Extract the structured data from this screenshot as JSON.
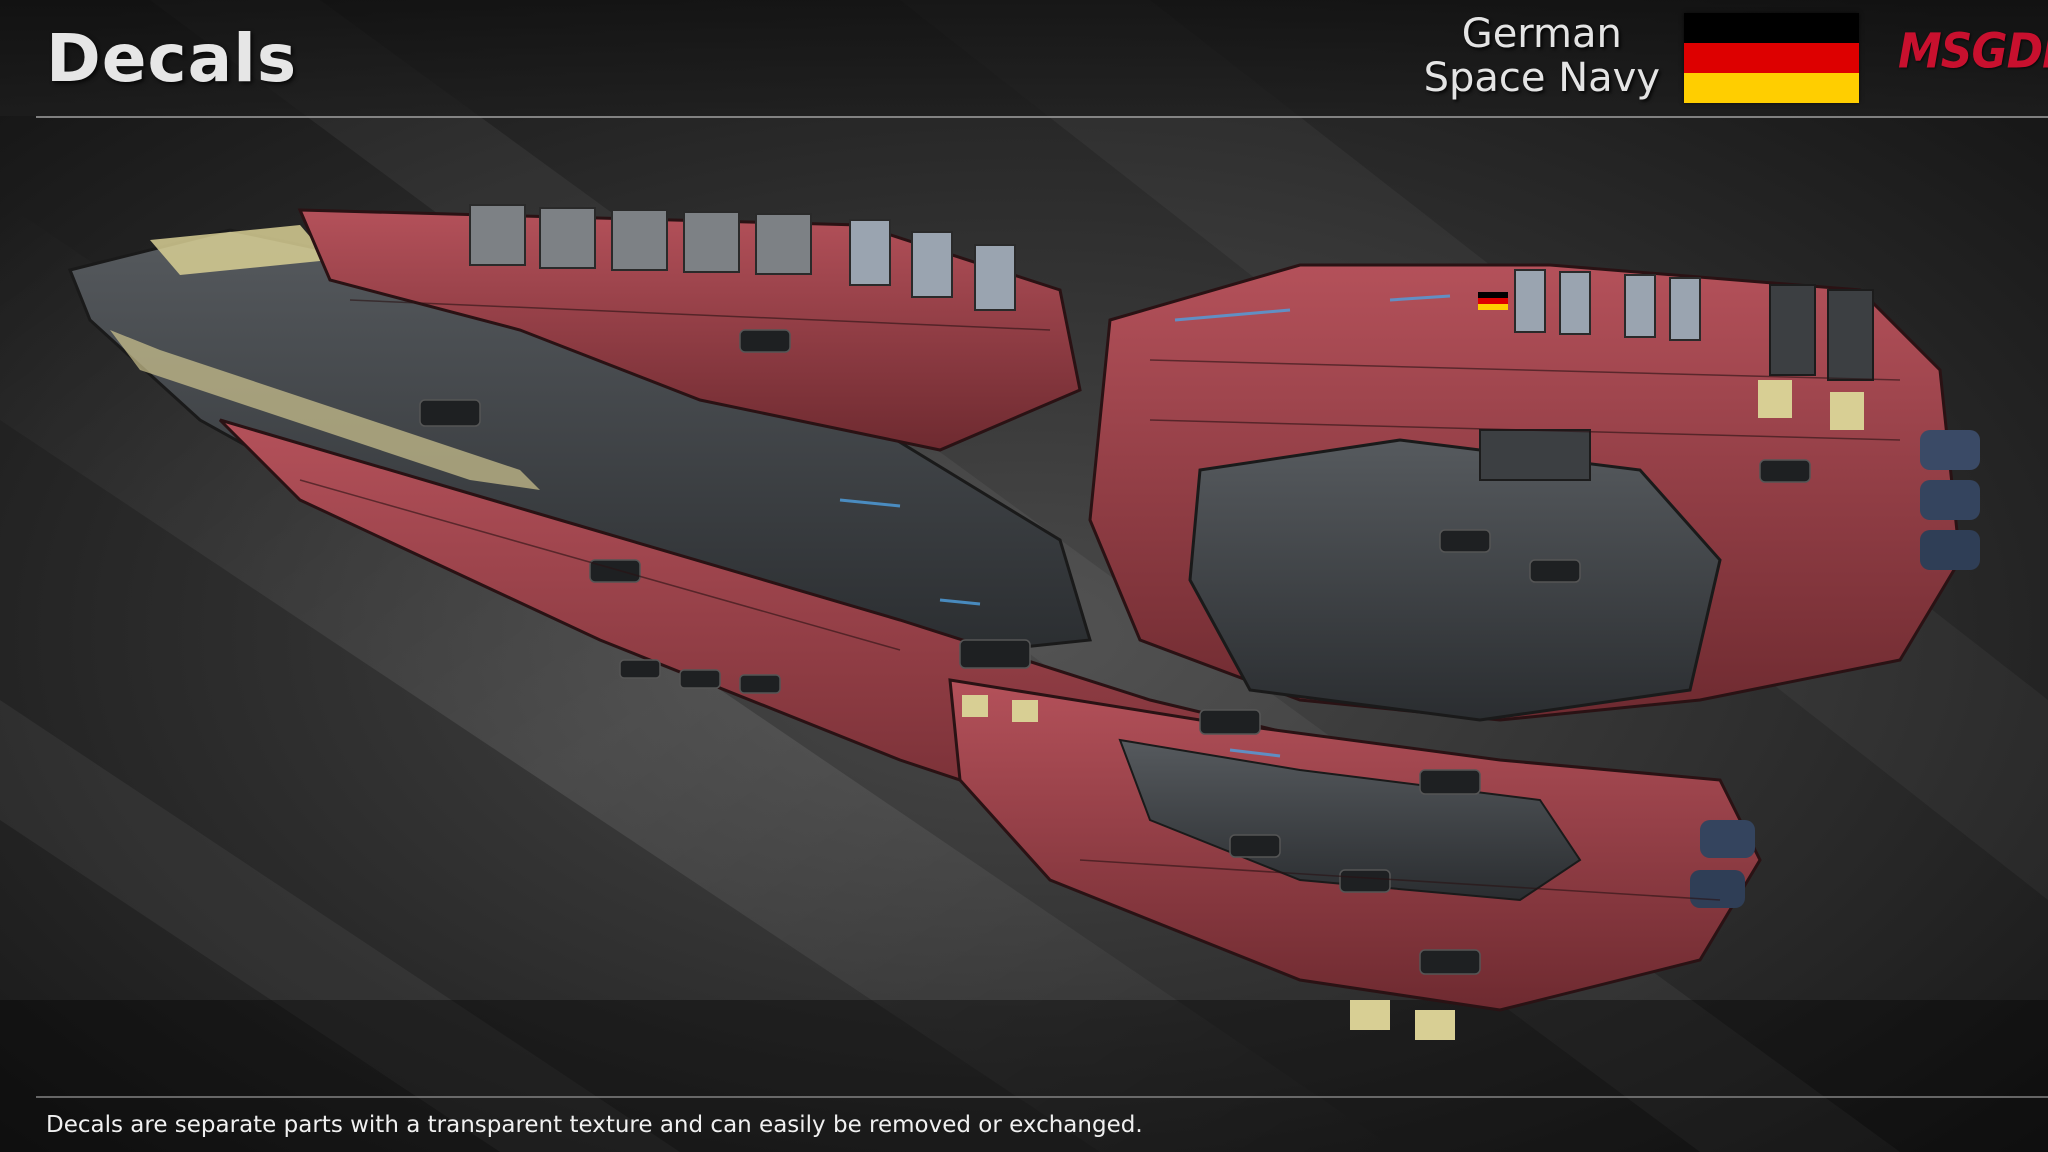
{
  "header": {
    "title": "Decals",
    "faction_line1": "German",
    "faction_line2": "Space Navy",
    "logo_text": "MSGDI"
  },
  "flag_colors": [
    "#000000",
    "#dd0000",
    "#ffce00"
  ],
  "colors": {
    "background": "#1c1c1c",
    "hull_red": "#8e3a40",
    "hull_grey": "#3d4144",
    "accent_yellow": "#d8cf94",
    "logo_red": "#c8102e"
  },
  "image": {
    "subject": "spaceship",
    "icons": [
      "german-flag-icon",
      "msgdi-logo-icon"
    ]
  },
  "footer": {
    "caption": "Decals are separate parts with a transparent texture and can easily be removed or exchanged."
  }
}
